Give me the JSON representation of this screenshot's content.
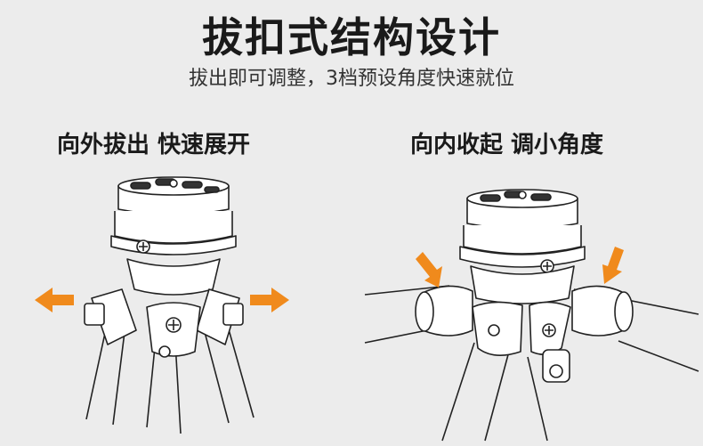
{
  "header": {
    "title": "拔扣式结构设计",
    "subtitle": "拔出即可调整，3档预设角度快速就位"
  },
  "panels": {
    "left": {
      "caption": "向外拔出  快速展开"
    },
    "right": {
      "caption": "向内收起  调小角度"
    }
  },
  "colors": {
    "background": "#ececec",
    "arrow": "#f08a1c",
    "line": "#222222"
  },
  "icons": {
    "left_arrows": "arrow-outward",
    "right_arrows": "arrow-inward"
  }
}
